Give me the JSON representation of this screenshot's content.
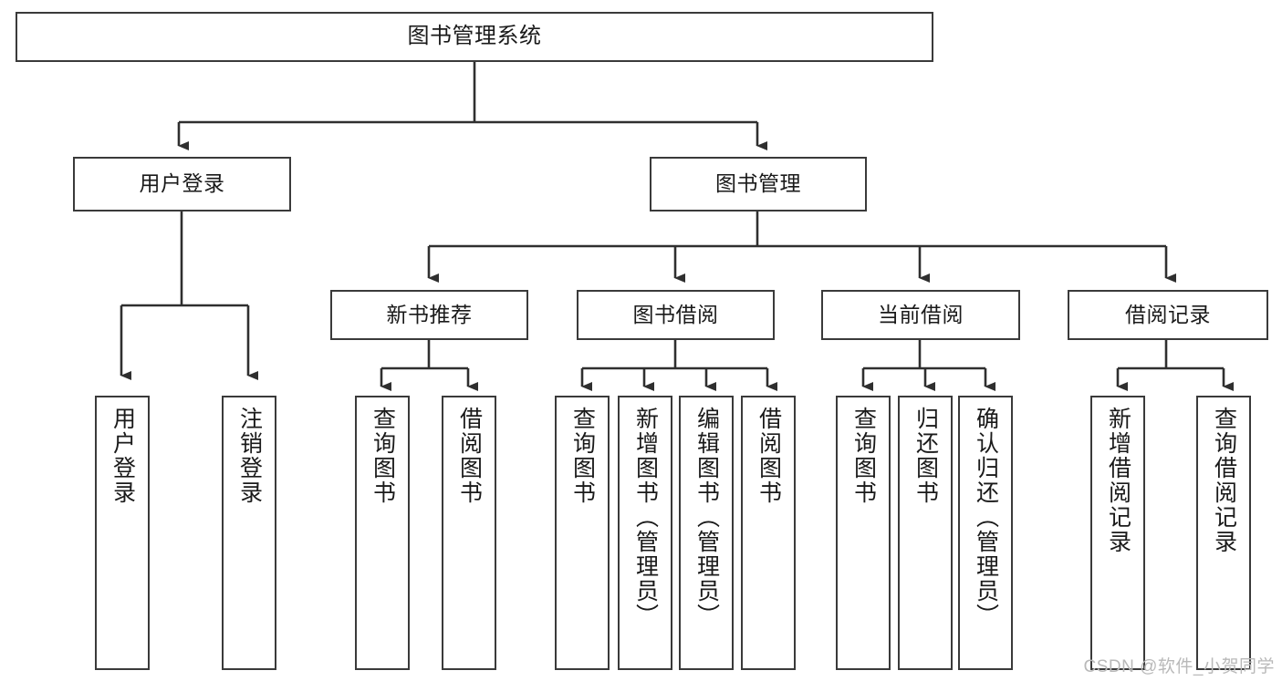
{
  "diagram": {
    "title": "图书管理系统",
    "root": {
      "id": "root",
      "label": "图书管理系统"
    },
    "level2": [
      {
        "id": "user-login",
        "label": "用户登录"
      },
      {
        "id": "book-manage",
        "label": "图书管理"
      }
    ],
    "level3": [
      {
        "id": "new-book-recommend",
        "label": "新书推荐",
        "parent": "book-manage"
      },
      {
        "id": "book-borrow",
        "label": "图书借阅",
        "parent": "book-manage"
      },
      {
        "id": "current-borrow",
        "label": "当前借阅",
        "parent": "book-manage"
      },
      {
        "id": "borrow-record",
        "label": "借阅记录",
        "parent": "book-manage"
      }
    ],
    "leaves": [
      {
        "id": "leaf-user-login",
        "label": "用户登录",
        "parent": "user-login"
      },
      {
        "id": "leaf-user-logout",
        "label": "注销登录",
        "parent": "user-login"
      },
      {
        "id": "leaf-query-book-1",
        "label": "查询图书",
        "parent": "new-book-recommend"
      },
      {
        "id": "leaf-borrow-book-1",
        "label": "借阅图书",
        "parent": "new-book-recommend"
      },
      {
        "id": "leaf-query-book-2",
        "label": "查询图书",
        "parent": "book-borrow"
      },
      {
        "id": "leaf-add-book",
        "label": "新增图书（管理员）",
        "parent": "book-borrow"
      },
      {
        "id": "leaf-edit-book",
        "label": "编辑图书（管理员）",
        "parent": "book-borrow"
      },
      {
        "id": "leaf-borrow-book-2",
        "label": "借阅图书",
        "parent": "book-borrow"
      },
      {
        "id": "leaf-query-book-3",
        "label": "查询图书",
        "parent": "current-borrow"
      },
      {
        "id": "leaf-return-book",
        "label": "归还图书",
        "parent": "current-borrow"
      },
      {
        "id": "leaf-confirm-return",
        "label": "确认归还（管理员）",
        "parent": "current-borrow"
      },
      {
        "id": "leaf-add-record",
        "label": "新增借阅记录",
        "parent": "borrow-record"
      },
      {
        "id": "leaf-query-record",
        "label": "查询借阅记录",
        "parent": "borrow-record"
      }
    ],
    "colors": {
      "box_border": "#3a3a3a",
      "connector": "#2f2f2f",
      "background": "#ffffff",
      "text": "#1a1a1a",
      "watermark": "#b9b9b9"
    }
  },
  "watermark": {
    "text": "CSDN @软件_小贺同学"
  }
}
